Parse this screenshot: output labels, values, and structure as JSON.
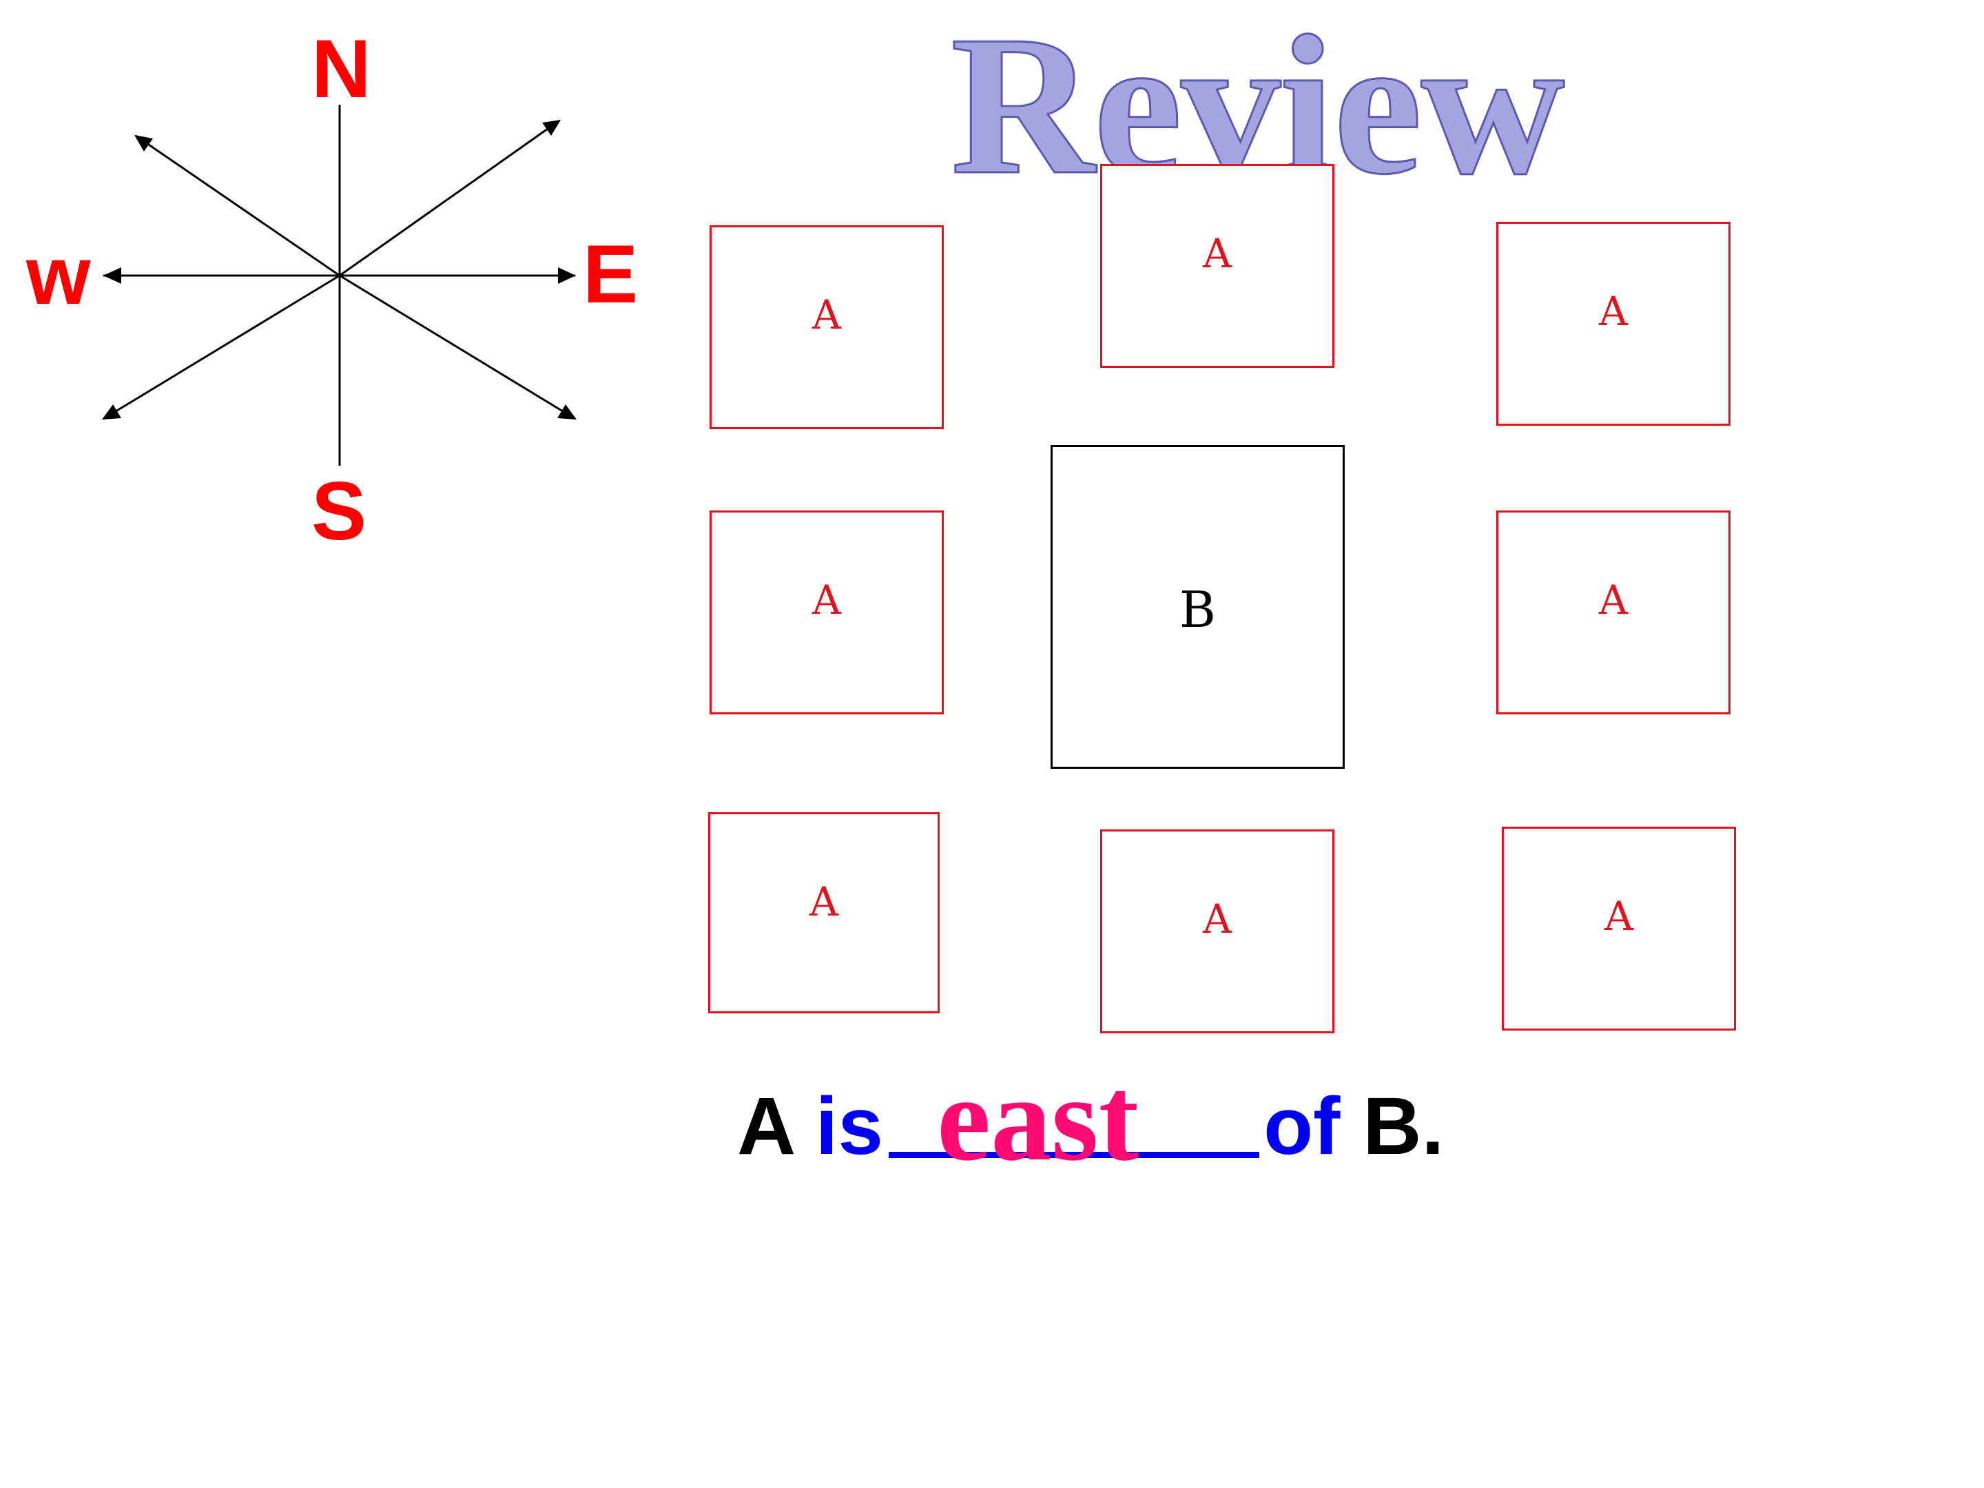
{
  "compass": {
    "north": "N",
    "west": "w",
    "east": "E",
    "south": "S",
    "label_color": "#ff0000",
    "line_color": "#000000"
  },
  "title": {
    "text": "Review",
    "color": "#a4a4e0"
  },
  "boxes": {
    "a_label": "A",
    "b_label": "B",
    "a_color": "#e0141e",
    "b_color": "#000000",
    "count_a": 8
  },
  "sentence": {
    "subject": "A",
    "verb": "is",
    "blank": "__________",
    "preposition": "of",
    "object": "B",
    "period": ".",
    "answer": "east",
    "black": "#000000",
    "blue": "#0000ee",
    "answer_color": "#ff0a73"
  }
}
